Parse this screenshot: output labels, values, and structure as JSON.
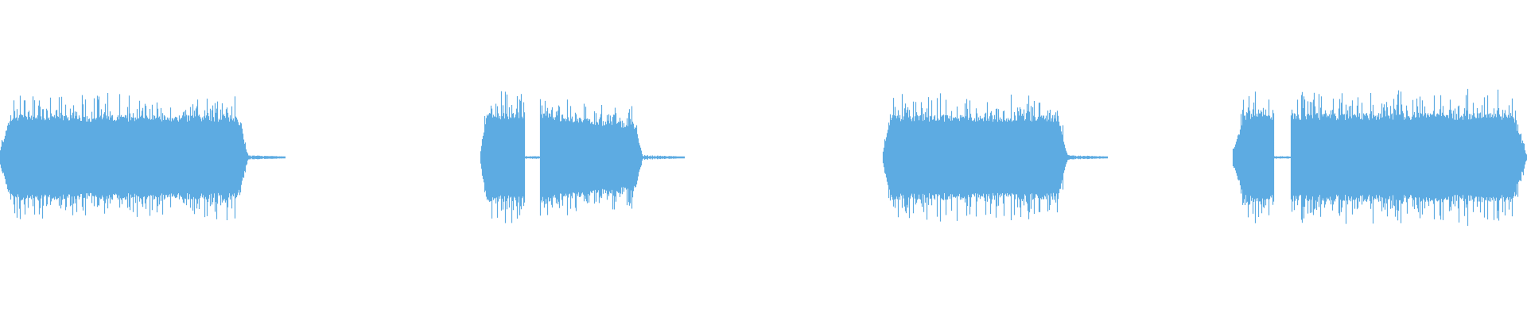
{
  "waveform": {
    "color": "#5dabe2",
    "background": "#ffffff",
    "segment_count": 4,
    "segments": [
      {
        "id": "clip-1",
        "shape": "sustained",
        "peak": 0.86
      },
      {
        "id": "clip-2",
        "shape": "burst-then-decay",
        "peak": 0.92
      },
      {
        "id": "clip-3",
        "shape": "sustained",
        "peak": 0.86
      },
      {
        "id": "clip-4",
        "shape": "burst-then-sustained",
        "peak": 0.9
      }
    ]
  }
}
